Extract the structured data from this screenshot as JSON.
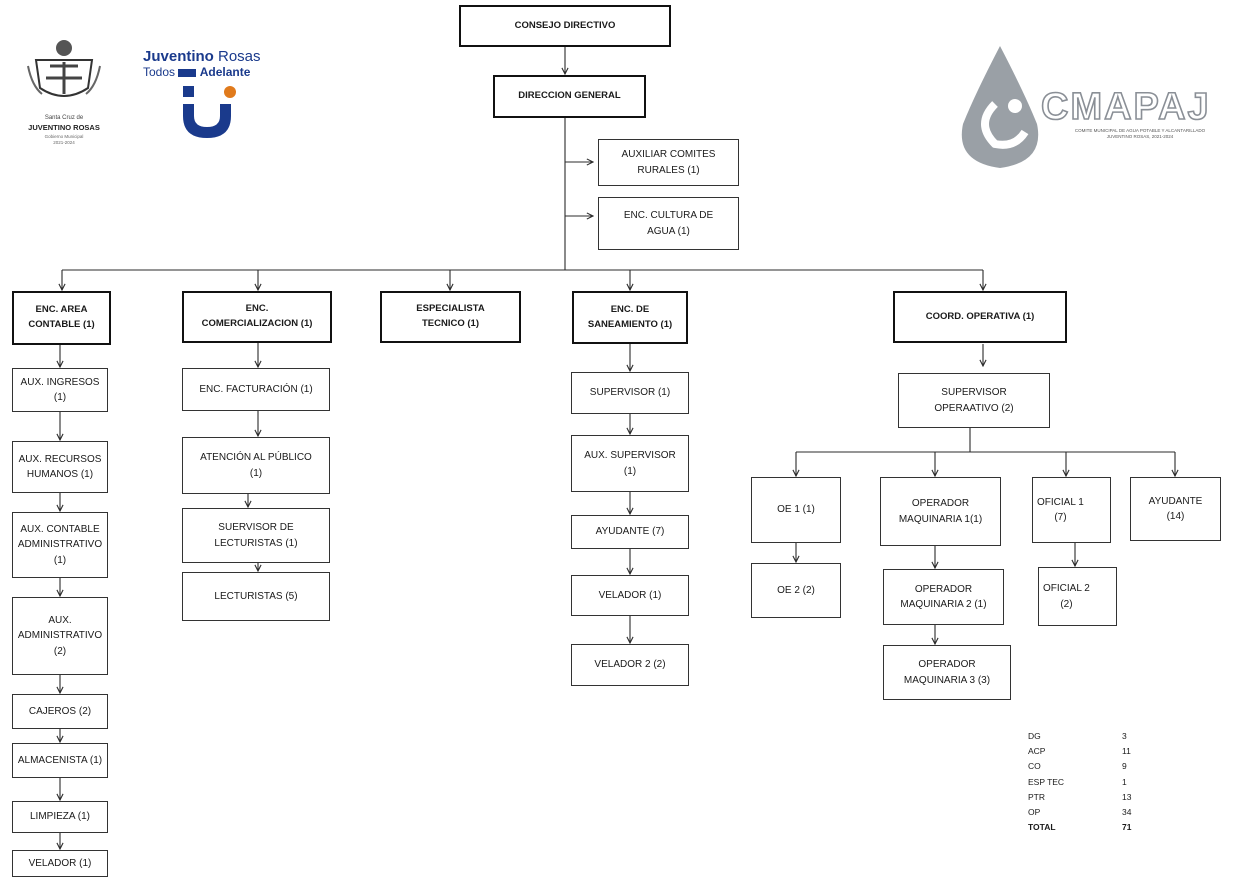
{
  "boxes": {
    "consejo": "CONSEJO DIRECTIVO",
    "direccion": "DIRECCION GENERAL",
    "aux_comites": "AUXILIAR COMITES\nRURALES (1)",
    "cultura": "ENC. CULTURA DE\nAGUA (1)",
    "contable": "ENC. AREA\nCONTABLE (1)",
    "comercial": "ENC.\nCOMERCIALIZACION (1)",
    "especialista": "ESPECIALISTA\nTECNICO (1)",
    "saneamiento": "ENC. DE\nSANEAMIENTO (1)",
    "coord": "COORD. OPERATIVA (1)",
    "aux_ingresos": "AUX. INGRESOS (1)",
    "aux_rh": "AUX. RECURSOS\nHUMANOS (1)",
    "aux_contable_adm": "AUX. CONTABLE\nADMINISTRATIVO\n(1)",
    "aux_adm": "AUX.\nADMINISTRATIVO\n(2)",
    "cajeros": "CAJEROS (2)",
    "almacenista": "ALMACENISTA (1)",
    "limpieza": "LIMPIEZA (1)",
    "velador_cont": "VELADOR (1)",
    "facturacion": "ENC. FACTURACIÓN (1)",
    "atencion": "ATENCIÓN AL PÚBLICO\n(1)",
    "suervisor_lect": "SUERVISOR DE\nLECTURISTAS (1)",
    "lecturistas": "LECTURISTAS (5)",
    "supervisor": "SUPERVISOR (1)",
    "aux_supervisor": "AUX. SUPERVISOR\n(1)",
    "ayudante7": "AYUDANTE (7)",
    "velador_san": "VELADOR (1)",
    "velador2": "VELADOR 2 (2)",
    "supervisor_op": "SUPERVISOR\nOPERAATIVO (2)",
    "oe1": "OE 1 (1)",
    "oe2": "OE 2 (2)",
    "op_maq1": "OPERADOR\nMAQUINARIA 1(1)",
    "op_maq2": "OPERADOR\nMAQUINARIA 2 (1)",
    "op_maq3": "OPERADOR\nMAQUINARIA 3 (3)",
    "oficial1": "OFICIAL 1\n(7)",
    "oficial2": "OFICIAL 2\n(2)",
    "ayudante14": "AYUDANTE\n(14)"
  },
  "logos": {
    "municipio_line1": "Santa Cruz de",
    "municipio_line2": "JUVENTINO ROSAS",
    "municipio_line3": "Gobierno Municipal\n2021-2024",
    "campaign_name_1": "Juventino",
    "campaign_name_2": " Rosas",
    "campaign_slogan_1": "Todos",
    "campaign_slogan_2": "Adelante",
    "cmapaj_name": "CMAPAJ",
    "cmapaj_subtitle": "COMITE MUNICIPAL DE AGUA POTABLE Y ALCANTARILLADO\nJUVENTINO ROSAS, 2021-2024"
  },
  "summary": [
    {
      "key": "DG",
      "value": "3"
    },
    {
      "key": "ACP",
      "value": "11"
    },
    {
      "key": "CO",
      "value": "9"
    },
    {
      "key": "ESP TEC",
      "value": "1"
    },
    {
      "key": "PTR",
      "value": "13"
    },
    {
      "key": "OP",
      "value": "34"
    },
    {
      "key": "TOTAL",
      "value": "71"
    }
  ],
  "colors": {
    "line": "#2b2b2b",
    "brand_blue": "#1a3a8c",
    "brand_orange": "#e07a1c",
    "cmapaj_gray": "#8a8f96"
  }
}
